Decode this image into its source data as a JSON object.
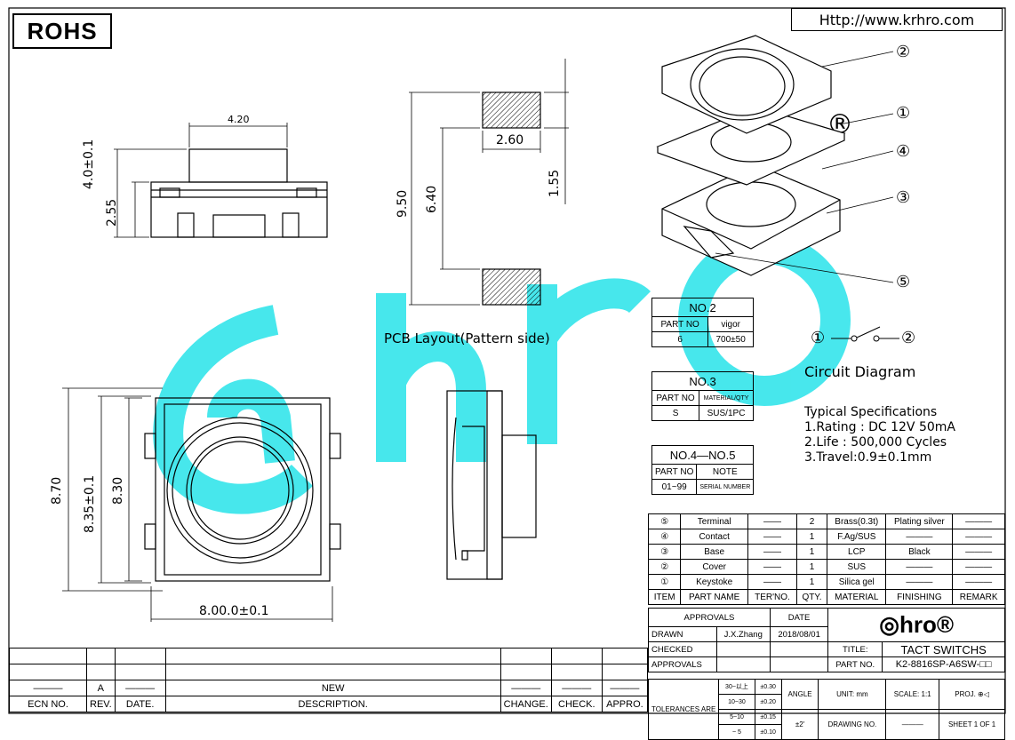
{
  "header": {
    "rohs": "ROHS",
    "url": "Http://www.krhro.com"
  },
  "dims": {
    "top_width": "4.20",
    "top_h_total": "4.0±0.1",
    "top_h_body": "2.55",
    "pcb_w": "2.60",
    "pcb_total": "9.50",
    "pcb_inner": "6.40",
    "pcb_pad": "1.55",
    "front_h_outer": "8.70",
    "front_h_mid": "8.35±0.1",
    "front_h_inner": "8.30",
    "front_w": "8.00.0±0.1"
  },
  "pcb_layout_label": "PCB Layout(Pattern side)",
  "callouts": [
    "②",
    "①",
    "④",
    "③",
    "⑤"
  ],
  "no2": {
    "title": "NO.2",
    "headers": [
      "PART NO",
      "vigor"
    ],
    "row": [
      "6",
      "700±50"
    ]
  },
  "no3": {
    "title": "NO.3",
    "headers": [
      "PART NO",
      "MATERIAL/QTY"
    ],
    "row": [
      "S",
      "SUS/1PC"
    ]
  },
  "no45": {
    "title": "NO.4—NO.5",
    "headers": [
      "PART NO",
      "NOTE"
    ],
    "row": [
      "01~99",
      "SERIAL NUMBER"
    ]
  },
  "circuit": {
    "left": "①",
    "right": "②",
    "label": "Circuit Diagram"
  },
  "specs": {
    "title": "Typical Specifications",
    "lines": [
      "1.Rating : DC 12V 50mA",
      "2.Life : 500,000 Cycles",
      "3.Travel:0.9±0.1mm"
    ]
  },
  "bom": {
    "rows": [
      [
        "⑤",
        "Terminal",
        "——",
        "2",
        "Brass(0.3t)",
        "Plating silver",
        "———"
      ],
      [
        "④",
        "Contact",
        "——",
        "1",
        "F.Ag/SUS",
        "———",
        "———"
      ],
      [
        "③",
        "Base",
        "——",
        "1",
        "LCP",
        "Black",
        "———"
      ],
      [
        "②",
        "Cover",
        "——",
        "1",
        "SUS",
        "———",
        "———"
      ],
      [
        "①",
        "Keystoke",
        "——",
        "1",
        "Silica gel",
        "———",
        "———"
      ]
    ],
    "headers": [
      "ITEM",
      "PART NAME",
      "TER'NO.",
      "QTY.",
      "MATERIAL",
      "FINISHING",
      "REMARK"
    ]
  },
  "titleblock": {
    "approvals": "APPROVALS",
    "date": "DATE",
    "drawn": "DRAWN",
    "drawn_by": "J.X.Zhang",
    "drawn_date": "2018/08/01",
    "checked": "CHECKED",
    "approvals2": "APPROVALS",
    "title_lbl": "TITLE:",
    "title": "TACT SWITCHS",
    "partno_lbl": "PART NO.",
    "partno": "K2-8816SP-A6SW-□□",
    "tol_lbl": "TOLERANCES ARE",
    "tol_rows": [
      [
        "30~以上",
        "±0.30"
      ],
      [
        "10~30",
        "±0.20"
      ],
      [
        "5~10",
        "±0.15"
      ],
      [
        "~ 5",
        "±0.10"
      ]
    ],
    "angle_lbl": "ANGLE",
    "angle": "±2'",
    "unit": "UNIT: mm",
    "scale_lbl": "SCALE:",
    "scale": "1:1",
    "proj": "PROJ.",
    "drawing_no": "DRAWING NO.",
    "sheet": "SHEET 1 OF 1"
  },
  "revision": {
    "rev": "A",
    "desc": "NEW",
    "headers": [
      "ECN NO.",
      "REV.",
      "DATE.",
      "DESCRIPTION.",
      "CHANGE.",
      "CHECK.",
      "APPRO."
    ]
  },
  "watermark": {
    "text": "hro",
    "color": "#3EE6EC"
  }
}
